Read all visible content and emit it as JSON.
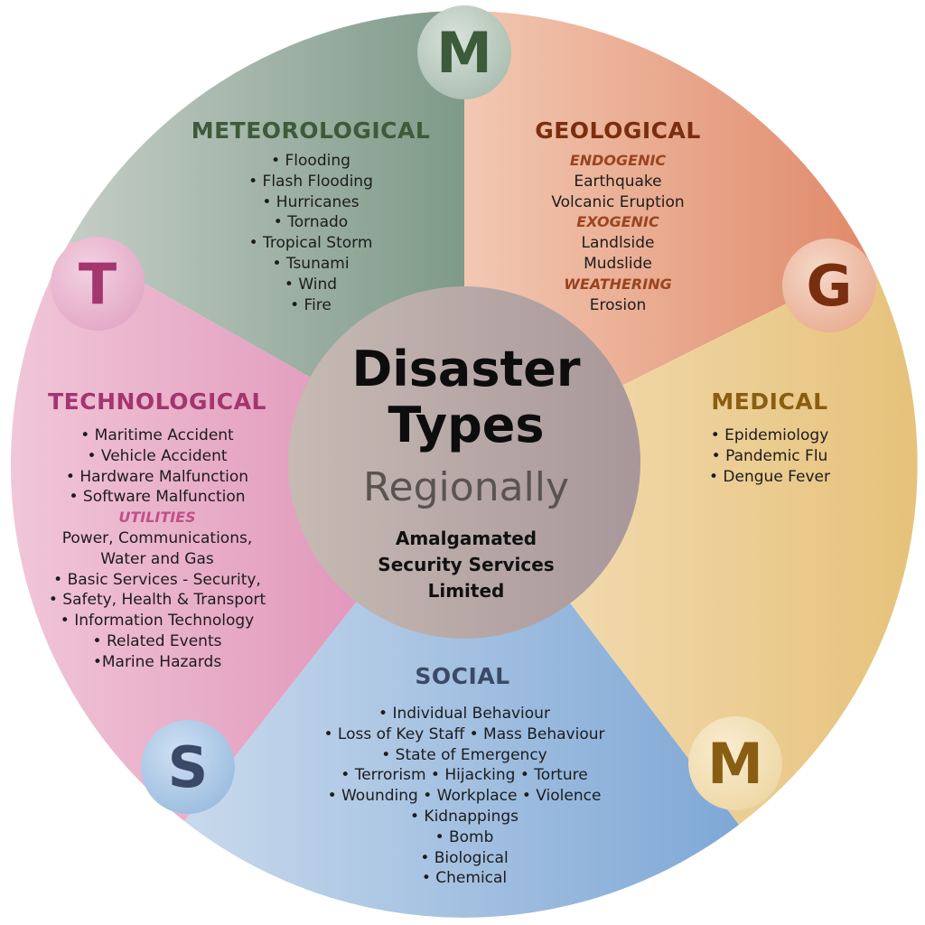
{
  "center": {
    "title_line1": "Disaster",
    "title_line2": "Types",
    "subtitle": "Regionally",
    "org_line1": "Amalgamated",
    "org_line2": "Security Services",
    "org_line3": "Limited"
  },
  "sectors": {
    "meteorological": {
      "letter": "M",
      "heading": "METEOROLOGICAL",
      "color": "#3d5a3a",
      "items": [
        "• Flooding",
        "• Flash Flooding",
        "• Hurricanes",
        "• Tornado",
        "• Tropical Storm",
        "• Tsunami",
        "• Wind",
        "• Fire"
      ]
    },
    "geological": {
      "letter": "G",
      "heading": "GEOLOGICAL",
      "color": "#7a2e10",
      "sub1": "ENDOGENIC",
      "sub1_items": [
        "Earthquake",
        "Volcanic Eruption"
      ],
      "sub2": "EXOGENIC",
      "sub2_items": [
        "Landlside",
        "Mudslide"
      ],
      "sub3": "WEATHERING",
      "sub3_items": [
        "Erosion"
      ]
    },
    "medical": {
      "letter": "M",
      "heading": "MEDICAL",
      "color": "#8a5e12",
      "items": [
        "• Epidemiology",
        "• Pandemic Flu",
        "• Dengue Fever"
      ]
    },
    "social": {
      "letter": "S",
      "heading": "SOCIAL",
      "color": "#3a4a66",
      "items": [
        "• Individual Behaviour",
        "• Loss of Key Staff • Mass Behaviour",
        "• State of Emergency",
        "• Terrorism • Hijacking • Torture",
        "• Wounding • Workplace • Violence",
        "• Kidnappings",
        "• Bomb",
        "• Biological",
        "• Chemical"
      ]
    },
    "technological": {
      "letter": "T",
      "heading": "TECHNOLOGICAL",
      "color": "#a3356f",
      "items_a": [
        "• Maritime Accident",
        "• Vehicle Accident",
        "• Hardware Malfunction",
        "• Software Malfunction"
      ],
      "sub": "UTILITIES",
      "items_b": [
        "Power, Communications,",
        "Water and Gas",
        "• Basic Services - Security,",
        "• Safety, Health & Transport",
        "• Information Technology",
        "• Related Events",
        "•Marine Hazards"
      ]
    }
  }
}
